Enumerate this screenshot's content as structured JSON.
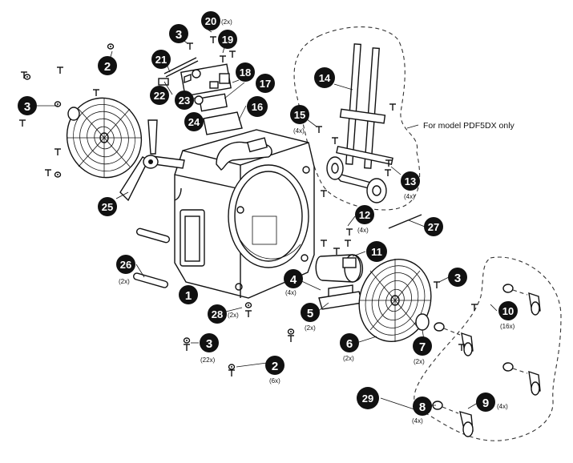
{
  "note": "For model PDF5DX only",
  "callouts": [
    {
      "id": "c1",
      "number": "1",
      "qty": ""
    },
    {
      "id": "c2a",
      "number": "2",
      "qty": ""
    },
    {
      "id": "c2b",
      "number": "2",
      "qty": "(6x)"
    },
    {
      "id": "c3a",
      "number": "3",
      "qty": ""
    },
    {
      "id": "c3b",
      "number": "3",
      "qty": ""
    },
    {
      "id": "c3c",
      "number": "3",
      "qty": ""
    },
    {
      "id": "c3d",
      "number": "3",
      "qty": "(22x)"
    },
    {
      "id": "c4",
      "number": "4",
      "qty": "(4x)"
    },
    {
      "id": "c5",
      "number": "5",
      "qty": "(2x)"
    },
    {
      "id": "c6",
      "number": "6",
      "qty": "(2x)"
    },
    {
      "id": "c7",
      "number": "7",
      "qty": "(2x)"
    },
    {
      "id": "c8",
      "number": "8",
      "qty": "(4x)"
    },
    {
      "id": "c9",
      "number": "9",
      "qty": "(4x)"
    },
    {
      "id": "c10",
      "number": "10",
      "qty": "(16x)"
    },
    {
      "id": "c11",
      "number": "11",
      "qty": ""
    },
    {
      "id": "c12",
      "number": "12",
      "qty": "(4x)"
    },
    {
      "id": "c13",
      "number": "13",
      "qty": "(4x)"
    },
    {
      "id": "c14",
      "number": "14",
      "qty": ""
    },
    {
      "id": "c15",
      "number": "15",
      "qty": "(4x)"
    },
    {
      "id": "c16",
      "number": "16",
      "qty": ""
    },
    {
      "id": "c17",
      "number": "17",
      "qty": ""
    },
    {
      "id": "c18",
      "number": "18",
      "qty": ""
    },
    {
      "id": "c19",
      "number": "19",
      "qty": ""
    },
    {
      "id": "c20",
      "number": "20",
      "qty": "(2x)"
    },
    {
      "id": "c21",
      "number": "21",
      "qty": ""
    },
    {
      "id": "c22",
      "number": "22",
      "qty": ""
    },
    {
      "id": "c23",
      "number": "23",
      "qty": ""
    },
    {
      "id": "c24",
      "number": "24",
      "qty": ""
    },
    {
      "id": "c25",
      "number": "25",
      "qty": ""
    },
    {
      "id": "c26",
      "number": "26",
      "qty": "(2x)"
    },
    {
      "id": "c27",
      "number": "27",
      "qty": ""
    },
    {
      "id": "c28",
      "number": "28",
      "qty": "(2x)"
    },
    {
      "id": "c29",
      "number": "29",
      "qty": ""
    }
  ]
}
